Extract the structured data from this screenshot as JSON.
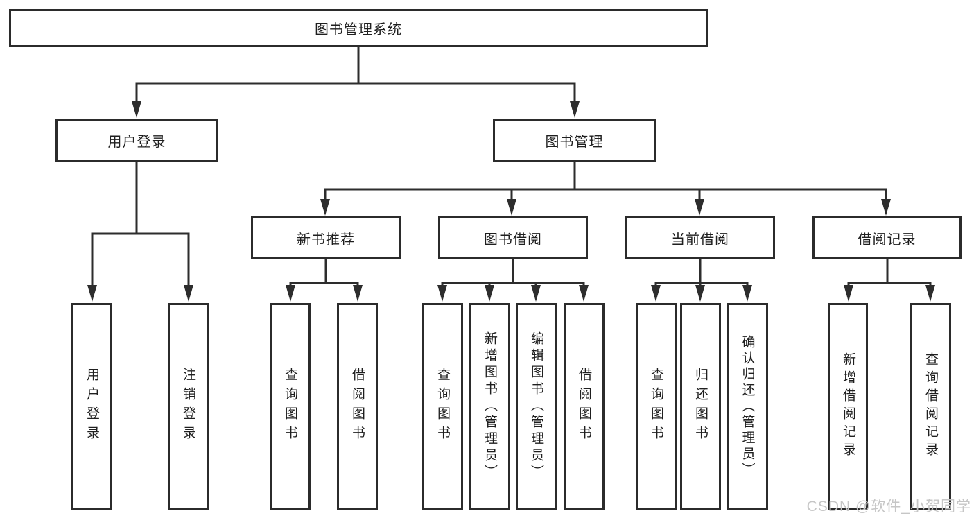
{
  "tree": {
    "label": "图书管理系统",
    "children": [
      {
        "label": "用户登录",
        "children": [
          {
            "label": "用户登录"
          },
          {
            "label": "注销登录"
          }
        ]
      },
      {
        "label": "图书管理",
        "children": [
          {
            "label": "新书推荐",
            "children": [
              {
                "label": "查询图书"
              },
              {
                "label": "借阅图书"
              }
            ]
          },
          {
            "label": "图书借阅",
            "children": [
              {
                "label": "查询图书"
              },
              {
                "label": "新增图书（管理员）"
              },
              {
                "label": "编辑图书（管理员）"
              },
              {
                "label": "借阅图书"
              }
            ]
          },
          {
            "label": "当前借阅",
            "children": [
              {
                "label": "查询图书"
              },
              {
                "label": "归还图书"
              },
              {
                "label": "确认归还（管理员）"
              }
            ]
          },
          {
            "label": "借阅记录",
            "children": [
              {
                "label": "新增借阅记录"
              },
              {
                "label": "查询借阅记录"
              }
            ]
          }
        ]
      }
    ]
  },
  "watermark": {
    "text": "CSDN @软件_小贺同学"
  },
  "colors": {
    "line": "#2d2d2d",
    "box_border": "#2b2b2b",
    "text": "#1f1f1f",
    "watermark": "#c6c6c6",
    "background": "#ffffff"
  }
}
